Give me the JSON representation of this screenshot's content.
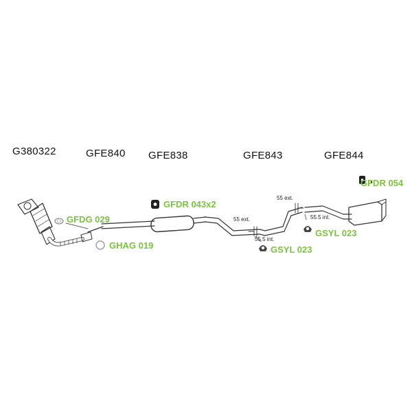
{
  "colors": {
    "accent": "#7cc242",
    "ink": "#111111",
    "line": "#333333"
  },
  "parts": [
    {
      "code": "G380322"
    },
    {
      "code": "GFE840"
    },
    {
      "code": "GFE838"
    },
    {
      "code": "GFE843"
    },
    {
      "code": "GFE844"
    }
  ],
  "accessories": [
    {
      "code": "GFDG 029",
      "icon": "gasket-ring-icon"
    },
    {
      "code": "GHAG 019",
      "icon": "ring-gasket-icon"
    },
    {
      "code": "GFDR 043x2",
      "icon": "rubber-mount-icon"
    },
    {
      "code": "GSYL 023",
      "icon": "clamp-icon"
    },
    {
      "code": "GSYL 023",
      "icon": "clamp-icon"
    },
    {
      "code": "GFDR 054",
      "icon": "rubber-mount-icon"
    }
  ],
  "dimensions": [
    {
      "text": "55 ext."
    },
    {
      "text": "55.5 int."
    },
    {
      "text": "55 ext."
    },
    {
      "text": "55.5 int."
    }
  ]
}
